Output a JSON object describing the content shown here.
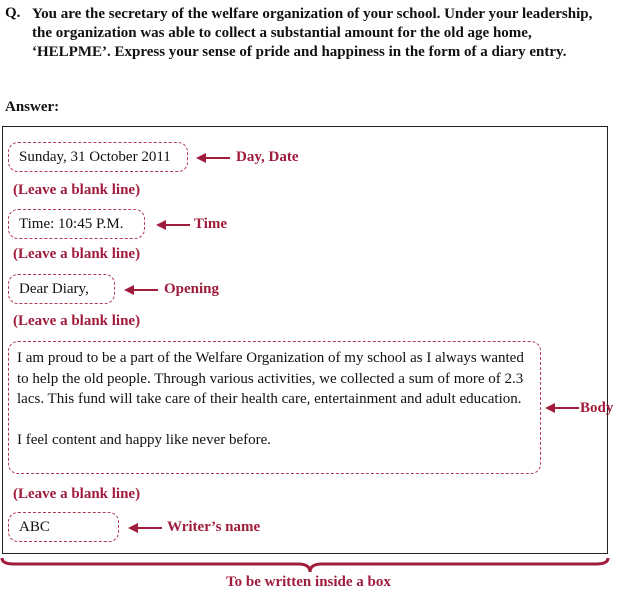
{
  "question": {
    "label": "Q.",
    "text": "You are the secretary of the welfare organization of your school. Under your leadership, the organization was able to collect a substantial amount for the old age home, ‘HELPME’. Express your sense of pride and happiness in the form of a diary entry."
  },
  "answer_label": "Answer:",
  "diary": {
    "date": "Sunday, 31 October 2011",
    "time": "Time: 10:45 P.M.",
    "opening": "Dear Diary,",
    "body_p1": "I am proud to be a part of the Welfare Organization of my school as I always wanted to help the old people. Through various activities, we collected a sum of more of 2.3 lacs. This fund will take care of their health care, entertainment and adult education.",
    "body_p2": "I feel content and happy like never before.",
    "writer": "ABC"
  },
  "annotations": {
    "date": "Day, Date",
    "blank_line": "(Leave a blank line)",
    "time": "Time",
    "opening": "Opening",
    "body": "Body",
    "writer": "Writer’s name",
    "box_note": "To be written inside a box"
  },
  "colors": {
    "accent": "#a01c3c",
    "dashed_border": "#b03a4e"
  }
}
